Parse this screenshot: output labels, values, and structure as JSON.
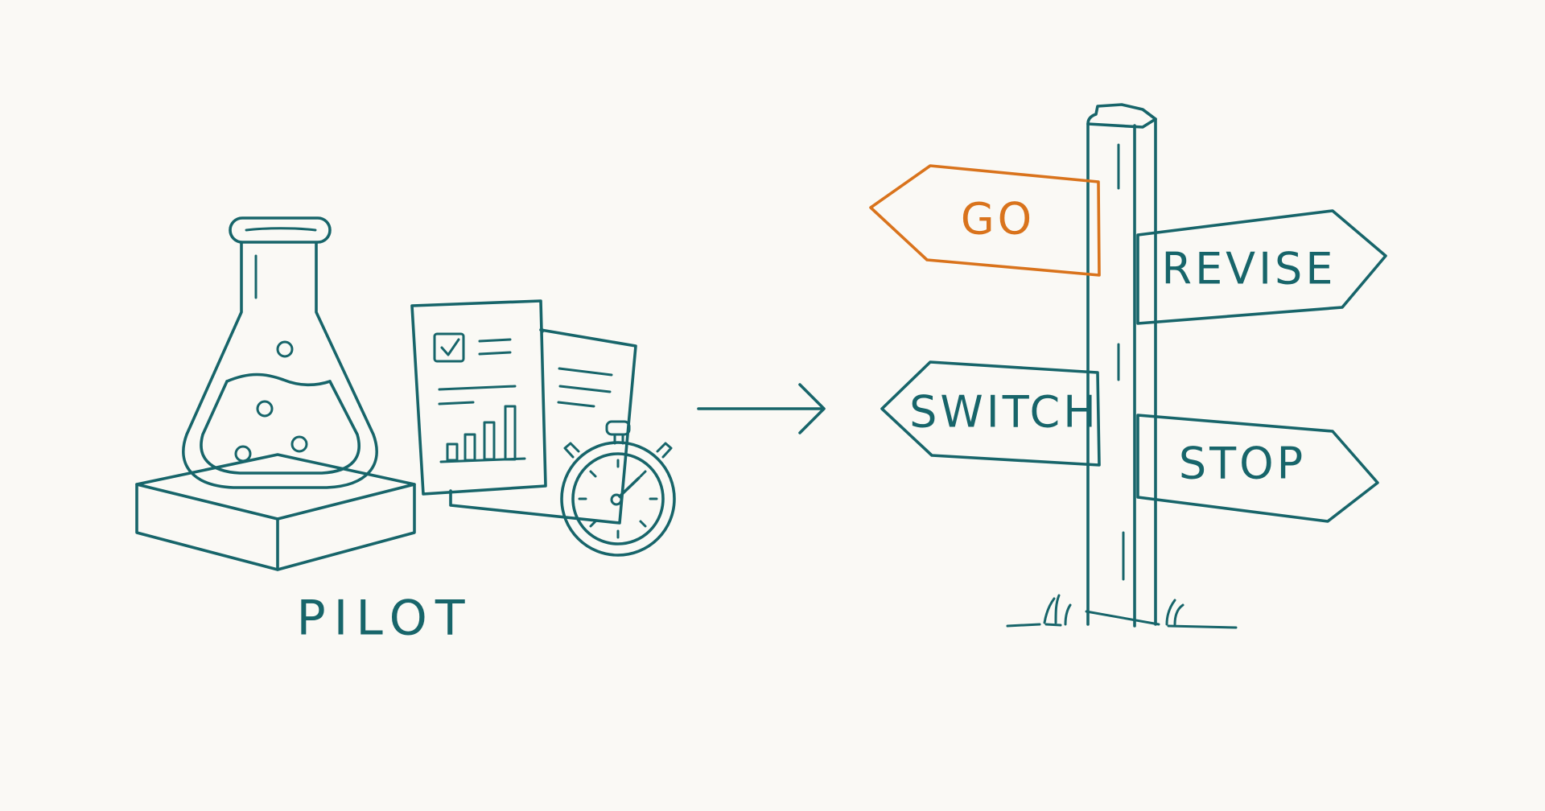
{
  "pilot": {
    "label": "PILOT",
    "icons": [
      "flask-on-block-icon",
      "checklist-report-icon",
      "bar-chart-icon",
      "stopwatch-icon"
    ]
  },
  "flow": {
    "icon": "right-arrow-icon"
  },
  "signpost": {
    "icon": "signpost-icon",
    "signs": [
      {
        "key": "go",
        "label": "GO",
        "direction": "left",
        "highlighted": true
      },
      {
        "key": "revise",
        "label": "REVISE",
        "direction": "right",
        "highlighted": false
      },
      {
        "key": "switch",
        "label": "SWITCH",
        "direction": "left",
        "highlighted": false
      },
      {
        "key": "stop",
        "label": "STOP",
        "direction": "right",
        "highlighted": false
      }
    ]
  },
  "colors": {
    "background": "#faf9f5",
    "ink": "#17656a",
    "accent": "#d9731c"
  }
}
